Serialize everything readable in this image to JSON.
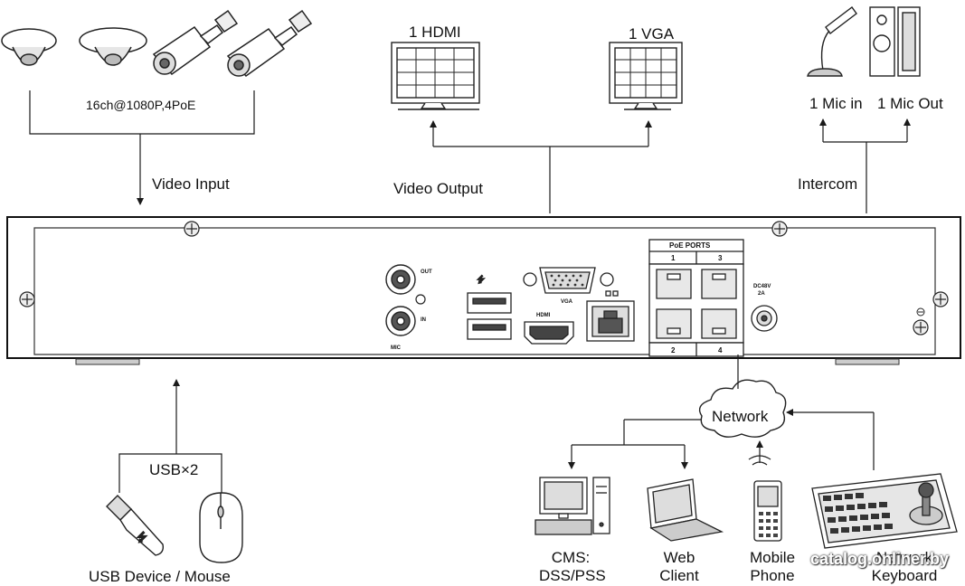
{
  "labels": {
    "cameras": "16ch@1080P,4PoE",
    "video_input": "Video Input",
    "hdmi": "1 HDMI",
    "vga": "1 VGA",
    "video_output": "Video Output",
    "mic_in": "1 Mic in",
    "mic_out": "1 Mic Out",
    "intercom": "Intercom",
    "usb_count": "USB×2",
    "usb_device": "USB Device / Mouse",
    "network": "Network",
    "cms_line1": "CMS:",
    "cms_line2": "DSS/PSS",
    "web_line1": "Web",
    "web_line2": "Client",
    "mobile_line1": "Mobile",
    "mobile_line2": "Phone",
    "keyboard_line1": "Network",
    "keyboard_line2": "Keyboard"
  },
  "panel_labels": {
    "out": "OUT",
    "in": "IN",
    "mic": "MIC",
    "vga": "VGA",
    "hdmi": "HDMI",
    "poe_ports": "PoE PORTS",
    "port1": "1",
    "port2": "2",
    "port3": "3",
    "port4": "4",
    "dc": "DC48V",
    "dc_sub": "2A"
  },
  "watermark": "catalog.onliner.by",
  "colors": {
    "line": "#1a1a1a",
    "panel": "#ffffff",
    "shade": "#d8d8d8",
    "dark": "#333333"
  }
}
